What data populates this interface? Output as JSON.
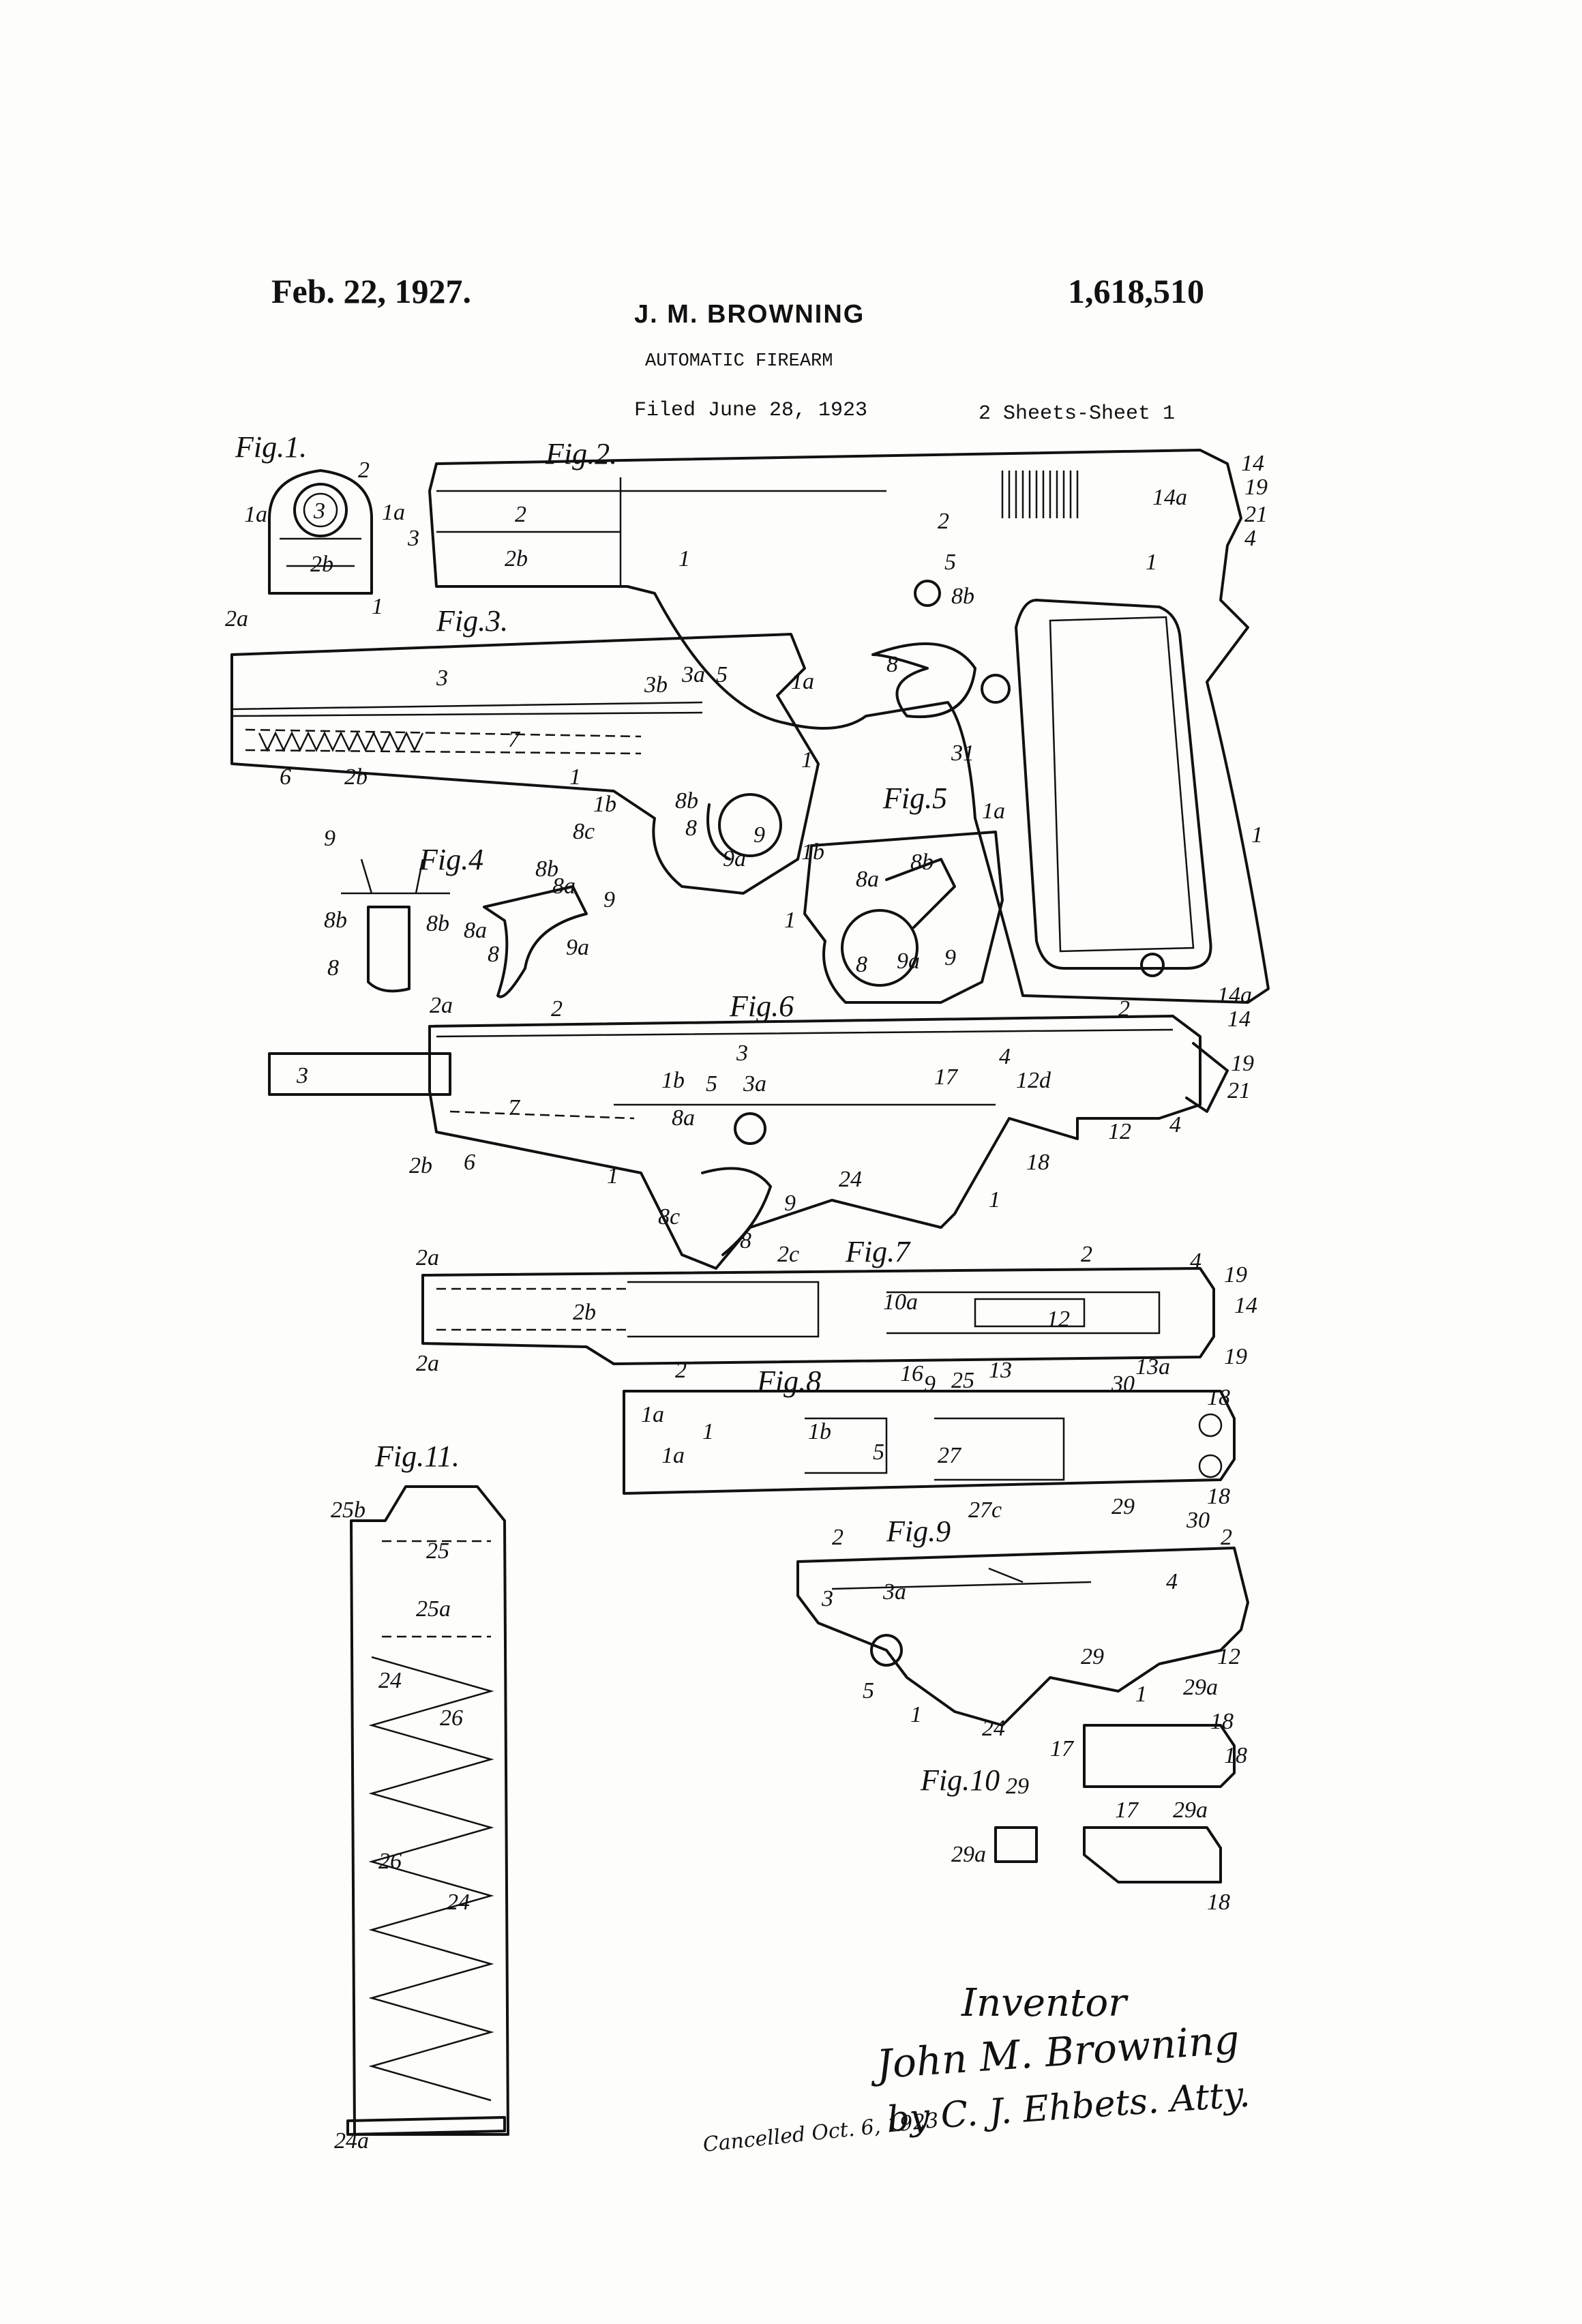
{
  "header": {
    "date": "Feb. 22, 1927.",
    "patent_number": "1,618,510",
    "inventor_name": "J. M. BROWNING",
    "title": "AUTOMATIC FIREARM",
    "filed": "Filed June 28, 1923",
    "sheets": "2 Sheets-Sheet 1"
  },
  "figures": [
    {
      "label": "Fig.1.",
      "refs": [
        "1a",
        "2",
        "1a",
        "3",
        "2b",
        "1"
      ]
    },
    {
      "label": "Fig.2.",
      "refs": [
        "3",
        "2",
        "2b",
        "1",
        "2",
        "5",
        "8b",
        "8",
        "31",
        "1",
        "14",
        "14a",
        "19",
        "21",
        "4",
        "1"
      ]
    },
    {
      "label": "Fig.3.",
      "refs": [
        "2a",
        "3",
        "3b",
        "3a",
        "5",
        "1a",
        "7",
        "6",
        "2b",
        "1",
        "1b",
        "8b",
        "8c",
        "8",
        "9",
        "9a",
        "1"
      ]
    },
    {
      "label": "Fig.4",
      "refs": [
        "9",
        "8b",
        "8b",
        "8",
        "8b",
        "8a",
        "9",
        "8a",
        "9a",
        "8"
      ]
    },
    {
      "label": "Fig.5",
      "refs": [
        "1a",
        "1b",
        "8a",
        "8b",
        "1",
        "8",
        "9a",
        "9"
      ]
    },
    {
      "label": "Fig.6",
      "refs": [
        "2a",
        "2",
        "3",
        "3",
        "1b",
        "5",
        "3a",
        "7",
        "4",
        "17",
        "12d",
        "2",
        "14a",
        "14",
        "19",
        "21",
        "4",
        "12",
        "18",
        "8a",
        "2b",
        "6",
        "1",
        "8c",
        "8",
        "9",
        "24",
        "1"
      ]
    },
    {
      "label": "Fig.7",
      "refs": [
        "2a",
        "2c",
        "2",
        "4",
        "19",
        "14",
        "2b",
        "10a",
        "12",
        "2a",
        "2",
        "16",
        "13",
        "13a",
        "19"
      ]
    },
    {
      "label": "Fig.8",
      "refs": [
        "1a",
        "1",
        "1b",
        "1a",
        "5",
        "9",
        "25",
        "27",
        "27c",
        "30",
        "18",
        "18",
        "29",
        "30"
      ]
    },
    {
      "label": "Fig.9",
      "refs": [
        "2",
        "2",
        "3",
        "3a",
        "4",
        "29",
        "12",
        "29a",
        "5",
        "1",
        "24",
        "1"
      ]
    },
    {
      "label": "Fig.10",
      "refs": [
        "18",
        "17",
        "18",
        "29",
        "17",
        "29a",
        "29a",
        "18"
      ]
    },
    {
      "label": "Fig.11.",
      "refs": [
        "25b",
        "25",
        "25a",
        "24",
        "26",
        "26",
        "24",
        "24a"
      ]
    }
  ],
  "signature": {
    "inventor_label": "Inventor",
    "name": "John M. Browning",
    "attorney": "by C. J. Ehbets. Atty.",
    "note": "Cancelled Oct. 6, 1923"
  }
}
